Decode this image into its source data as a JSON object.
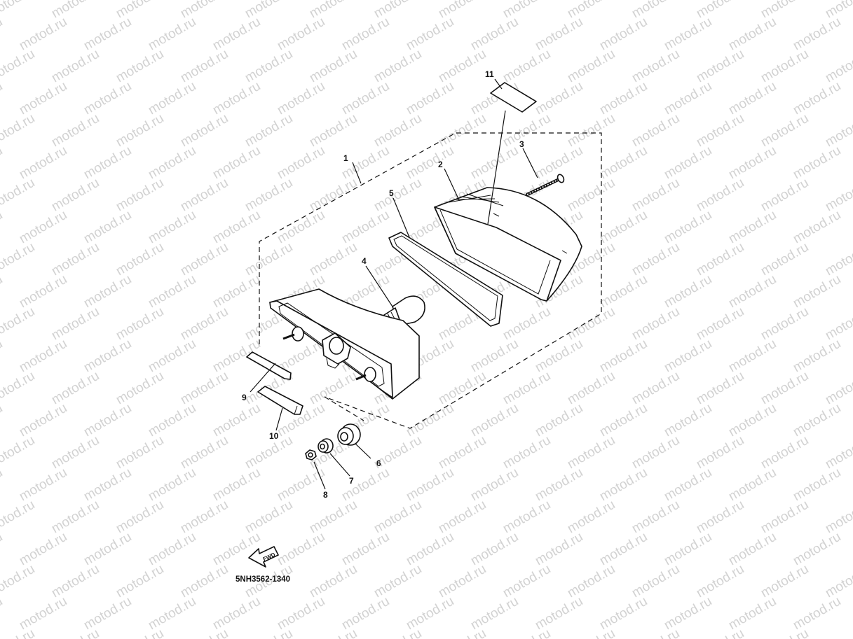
{
  "watermark": {
    "text": "motod.ru",
    "color": "#d2d2d2"
  },
  "diagram": {
    "code": "5NH3562-1340",
    "fwd_label": "FWD",
    "callouts": [
      {
        "id": "1",
        "label": "1"
      },
      {
        "id": "2",
        "label": "2"
      },
      {
        "id": "3",
        "label": "3"
      },
      {
        "id": "4",
        "label": "4"
      },
      {
        "id": "5",
        "label": "5"
      },
      {
        "id": "6",
        "label": "6"
      },
      {
        "id": "7",
        "label": "7"
      },
      {
        "id": "8",
        "label": "8"
      },
      {
        "id": "9",
        "label": "9"
      },
      {
        "id": "10",
        "label": "10"
      },
      {
        "id": "11",
        "label": "11"
      }
    ]
  }
}
